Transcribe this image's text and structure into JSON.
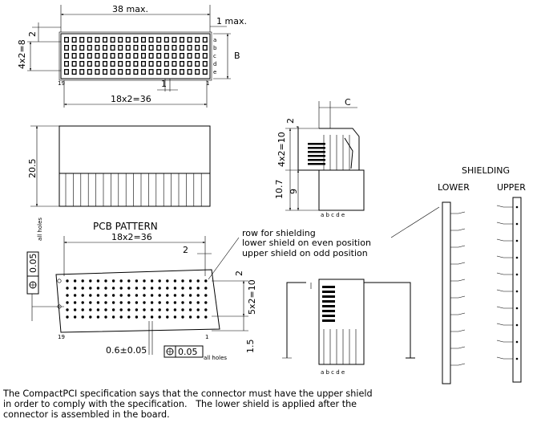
{
  "top_view": {
    "dim_width": "38 max.",
    "dim_edge": "1 max.",
    "dim_pitch_v": "2",
    "dim_rows": "4x2=8",
    "dim_pitch_h": "1",
    "dim_span": "18x2=36",
    "label_b": "B",
    "row_letters": [
      "a",
      "b",
      "c",
      "d",
      "e"
    ],
    "pin_19": "19",
    "pin_1": "1"
  },
  "front_view": {
    "dim_height": "20.5"
  },
  "side_view": {
    "dim_c": "C",
    "dim_2": "2",
    "dim_rows": "4x2=10",
    "dim_107": "10.7",
    "dim_9": "9",
    "letters": "a b c d e"
  },
  "pcb": {
    "title": "PCB PATTERN",
    "dim_span": "18x2=36",
    "dim_2": "2",
    "dim_2_right": "2",
    "dim_rows": "5x2=10",
    "dim_15": "1.5",
    "tol_1": "0.05",
    "all_holes": "all holes",
    "hole_dim": "0.6±0.05",
    "tol_2": "0.05",
    "all_holes_2": "all holes",
    "pin_19": "19",
    "pin_1": "1"
  },
  "shield_note": {
    "line1": "row for shielding",
    "line2": "lower shield on even position",
    "line3": "upper shield on odd position"
  },
  "bottom_view": {
    "letters": "a b c d e"
  },
  "shielding": {
    "title": "SHIELDING",
    "lower": "LOWER",
    "upper": "UPPER"
  },
  "footer": {
    "line1": "The CompactPCI specification says that the connector must have the upper shield",
    "line2": "in order to comply with the specification.   The lower shield is applied after the",
    "line3": "connector is assembled in the board."
  }
}
